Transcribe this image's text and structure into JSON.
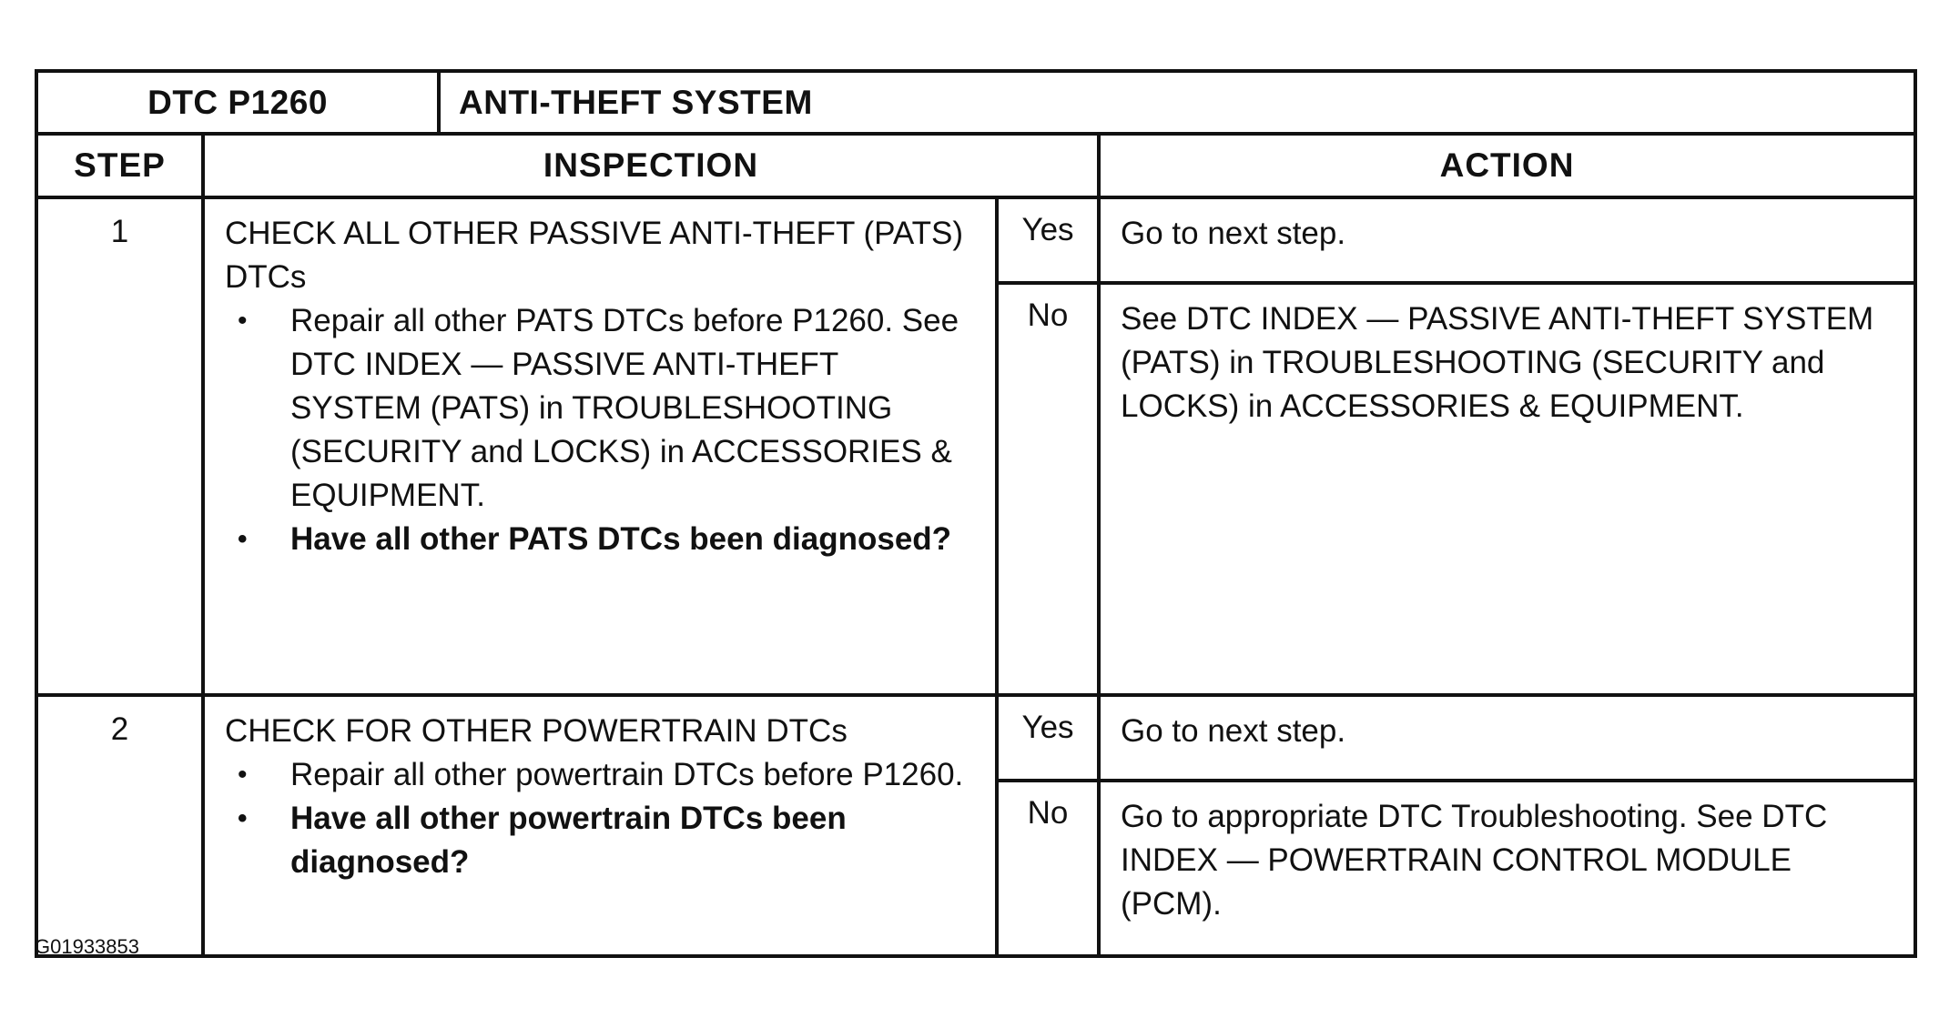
{
  "table": {
    "dtc_code": "DTC P1260",
    "system_title": "ANTI-THEFT SYSTEM",
    "headers": {
      "step": "STEP",
      "inspection": "INSPECTION",
      "action": "ACTION"
    },
    "steps": [
      {
        "number": "1",
        "heading": "CHECK ALL OTHER PASSIVE ANTI-THEFT (PATS) DTCs",
        "bullet_1": "Repair all other PATS DTCs before P1260.  See DTC INDEX — PASSIVE ANTI-THEFT SYSTEM (PATS) in TROUBLESHOOTING (SECURITY and LOCKS) in ACCESSORIES & EQUIPMENT.",
        "bullet_2": "Have all other PATS DTCs been diagnosed?",
        "yes_label": "Yes",
        "yes_action": "Go to next step.",
        "no_label": "No",
        "no_action": "See DTC INDEX — PASSIVE ANTI-THEFT SYSTEM (PATS) in TROUBLESHOOTING (SECURITY and LOCKS) in ACCESSORIES & EQUIPMENT."
      },
      {
        "number": "2",
        "heading": "CHECK FOR OTHER POWERTRAIN DTCs",
        "bullet_1": "Repair all other powertrain DTCs before P1260.",
        "bullet_2": "Have all other powertrain DTCs been diagnosed?",
        "yes_label": "Yes",
        "yes_action": "Go to next step.",
        "no_label": "No",
        "no_action": "Go to appropriate DTC Troubleshooting.  See DTC INDEX — POWERTRAIN CONTROL MODULE (PCM)."
      }
    ]
  },
  "figure_id": "G01933853"
}
